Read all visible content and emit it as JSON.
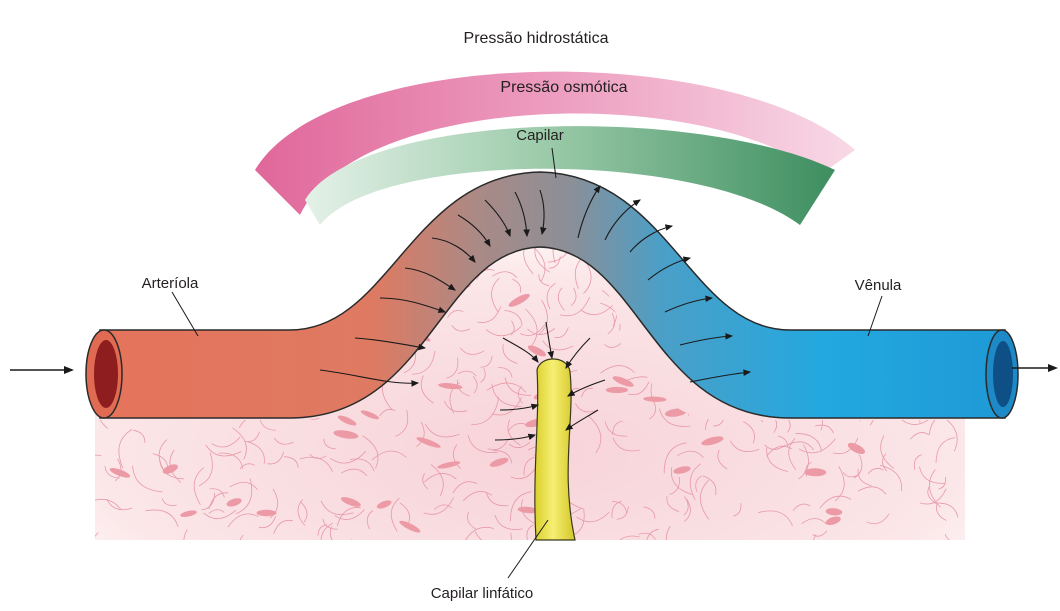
{
  "labels": {
    "hydrostatic_pressure": "Pressão hidrostática",
    "osmotic_pressure": "Pressão osmótica",
    "capillary": "Capilar",
    "arteriole": "Arteríola",
    "venule": "Vênula",
    "lymphatic_capillary": "Capilar linfático"
  },
  "colors": {
    "arteriole": "#e2755f",
    "capillary_top": "#7a7a8a",
    "venule": "#2aa6dc",
    "hydrostatic_band": "#e07aa6",
    "osmotic_band": "#4f9a6d",
    "tissue": "#f9dfe2",
    "lymphatic": "#f2e85a"
  }
}
